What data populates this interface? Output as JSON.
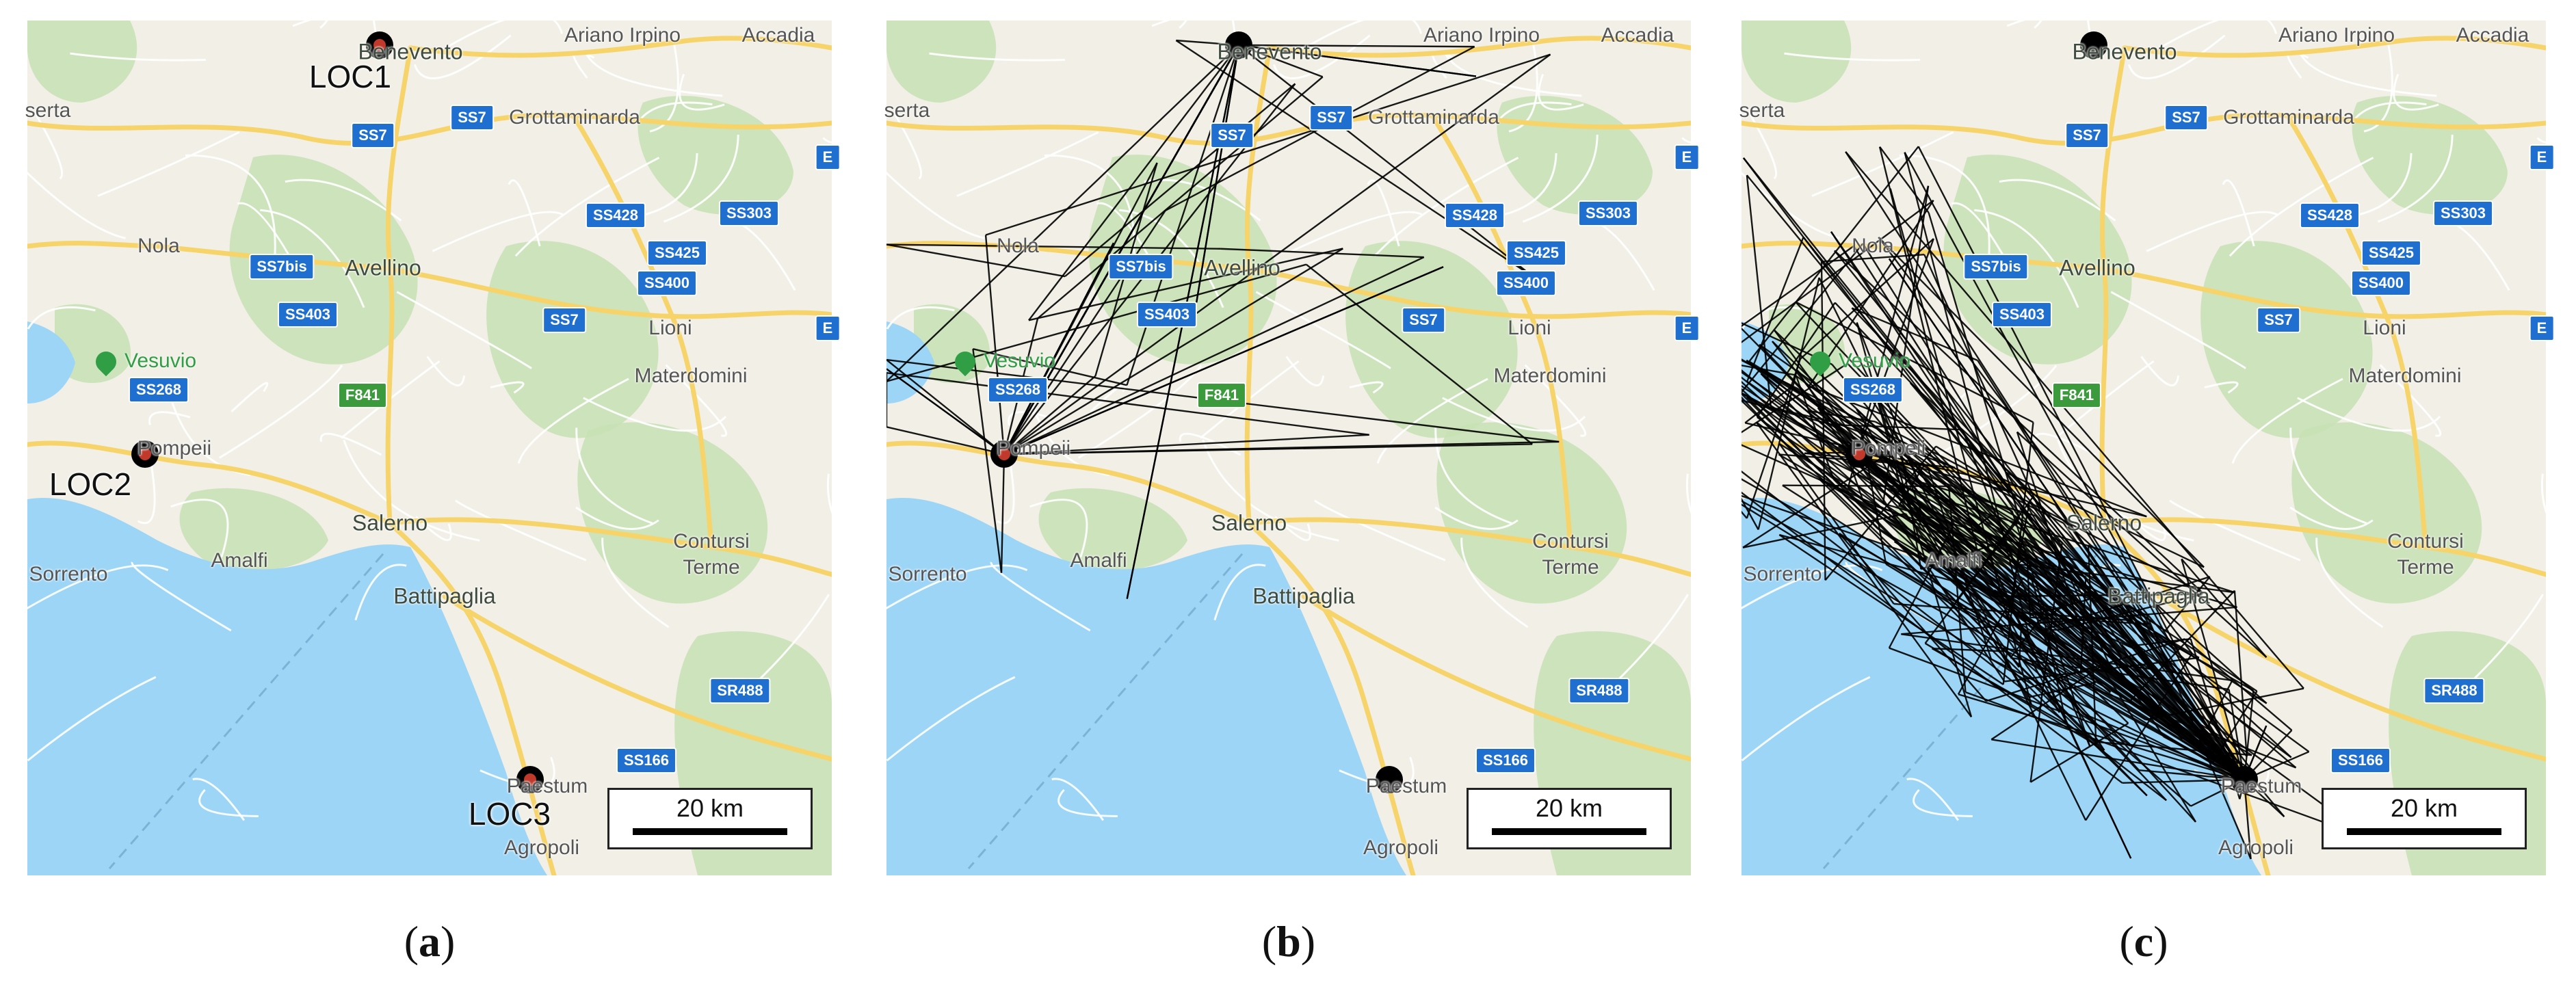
{
  "panels": [
    {
      "id": "a",
      "caption_letter": "a",
      "locations_labeled": true,
      "trajectory": "none"
    },
    {
      "id": "b",
      "caption_letter": "b",
      "locations_labeled": false,
      "trajectory": "sparse"
    },
    {
      "id": "c",
      "caption_letter": "c",
      "locations_labeled": false,
      "trajectory": "dense"
    }
  ],
  "locations": {
    "loc1": {
      "label": "LOC1",
      "town": "Benevento"
    },
    "loc2": {
      "label": "LOC2",
      "town": "Pompeii"
    },
    "loc3": {
      "label": "LOC3",
      "town": "Paestum"
    }
  },
  "places": {
    "benevento": "Benevento",
    "ariano": "Ariano Irpino",
    "accadia": "Accadia",
    "grottaminarda": "Grottaminarda",
    "caserta": "serta",
    "nola": "Nola",
    "avellino": "Avellino",
    "lioni": "Lioni",
    "materdomini": "Materdomini",
    "vesuvio": "Vesuvio",
    "pompei": "Pompeii",
    "salerno": "Salerno",
    "sorrento": "Sorrento",
    "amalfi": "Amalfi",
    "battipaglia": "Battipaglia",
    "contursi": "Contursi",
    "terme": "Terme",
    "paestum": "Paestum",
    "agropoli": "Agropoli"
  },
  "roads": {
    "ss7": "SS7",
    "ss428": "SS428",
    "ss303": "SS303",
    "ss7bis": "SS7bis",
    "ss425": "SS425",
    "ss400": "SS400",
    "ss403": "SS403",
    "ss268": "SS268",
    "f841": "F841",
    "sr488": "SR488",
    "ss166": "SS166",
    "a16": "E"
  },
  "scalebar": {
    "label": "20 km"
  },
  "colors": {
    "sea": "#9dd5f6",
    "land": "#f1efe6",
    "park": "#c7e0b4",
    "road": "#f6d469",
    "highway_shield": "#1f6fd0",
    "marker": "#000000",
    "marker_dot_red": "#c0392b",
    "trajectory": "#000000"
  }
}
